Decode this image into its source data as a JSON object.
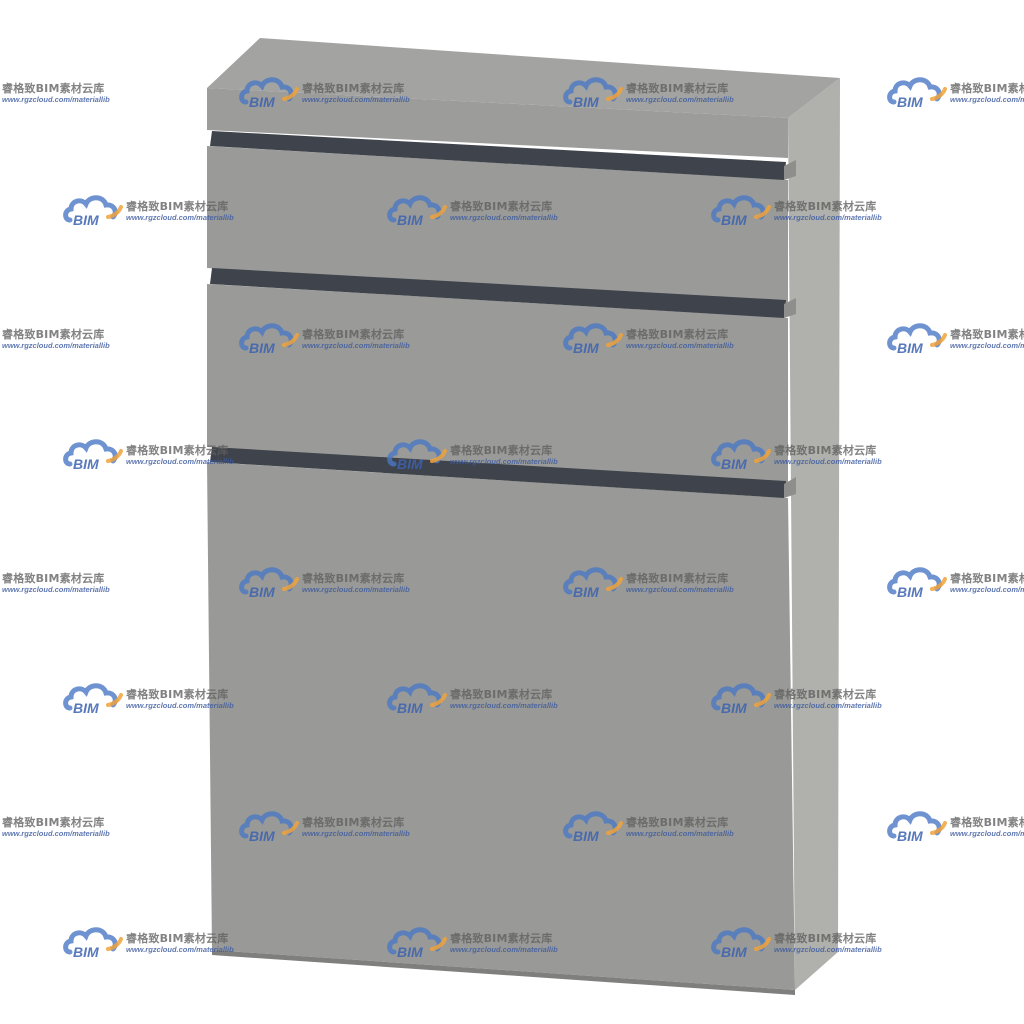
{
  "watermark": {
    "logo_text": "BIM",
    "brand_text": "睿格致BIM素材云库",
    "url_text": "www.rgzcloud.com/materiallib",
    "icon": "cloud-logo-icon",
    "colors": {
      "cloud": "#4a78c4",
      "swoosh": "#f0a23a",
      "text": "#5f5f5f"
    }
  },
  "model": {
    "subject": "three-drawer-cabinet",
    "drawer_count": 3,
    "colors": {
      "front": "#9a9b98",
      "top": "#a3a4a1",
      "side": "#b0b1ac",
      "groove": "#3f434b"
    }
  }
}
